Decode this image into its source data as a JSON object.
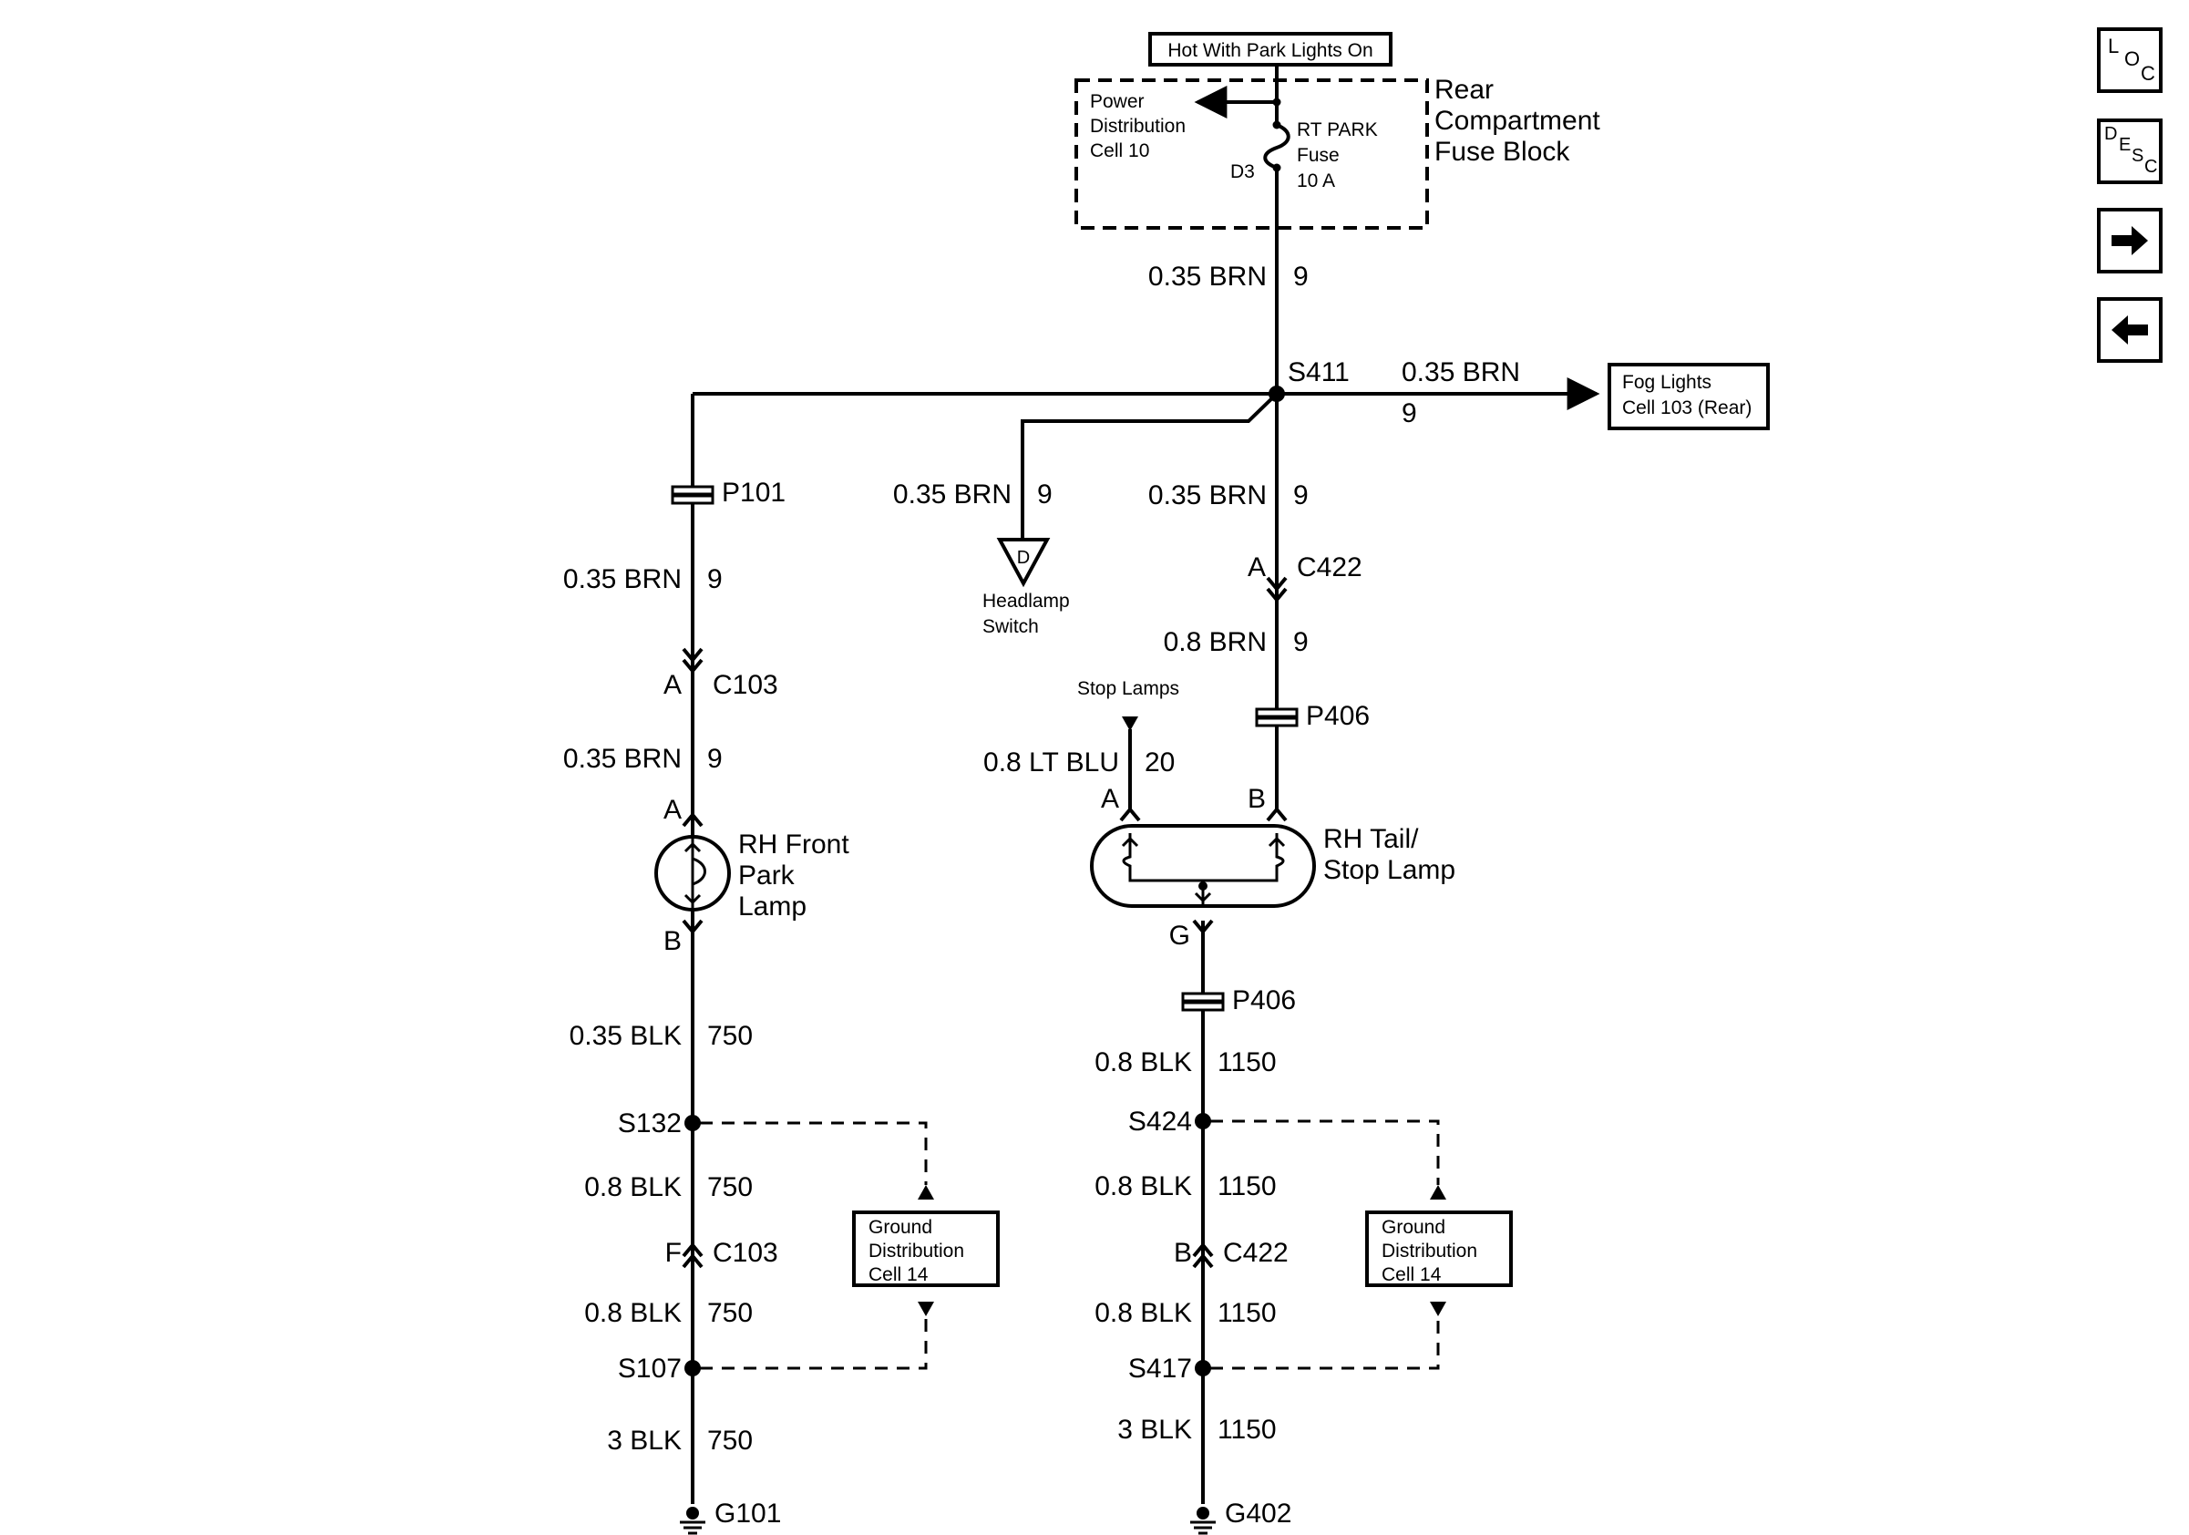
{
  "header": {
    "hot_with": "Hot With Park Lights On"
  },
  "fuse_block": {
    "title_lines": [
      "Rear",
      "Compartment",
      "Fuse Block"
    ],
    "power_lines": [
      "Power",
      "Distribution",
      "Cell 10"
    ],
    "fuse_lines": [
      "RT PARK",
      "Fuse",
      "10 A"
    ],
    "terminal": "D3"
  },
  "wires": {
    "w_top": {
      "gauge": "0.35 BRN",
      "circuit": "9"
    },
    "w_fog": {
      "gauge": "0.35 BRN",
      "circuit": "9"
    },
    "w_left_upper": {
      "gauge": "0.35 BRN",
      "circuit": "9"
    },
    "w_left_mid": {
      "gauge": "0.35 BRN",
      "circuit": "9"
    },
    "w_headlamp": {
      "gauge": "0.35 BRN",
      "circuit": "9"
    },
    "w_right_upper": {
      "gauge": "0.35 BRN",
      "circuit": "9"
    },
    "w_right_mid": {
      "gauge": "0.8 BRN",
      "circuit": "9"
    },
    "w_stop": {
      "gauge": "0.8 LT BLU",
      "circuit": "20"
    },
    "w_l1": {
      "gauge": "0.35 BLK",
      "circuit": "750"
    },
    "w_l2": {
      "gauge": "0.8 BLK",
      "circuit": "750"
    },
    "w_l3": {
      "gauge": "0.8 BLK",
      "circuit": "750"
    },
    "w_l4": {
      "gauge": "3 BLK",
      "circuit": "750"
    },
    "w_r1": {
      "gauge": "0.8 BLK",
      "circuit": "1150"
    },
    "w_r2": {
      "gauge": "0.8 BLK",
      "circuit": "1150"
    },
    "w_r3": {
      "gauge": "0.8 BLK",
      "circuit": "1150"
    },
    "w_r4": {
      "gauge": "3 BLK",
      "circuit": "1150"
    }
  },
  "splices": {
    "s411": "S411",
    "s132": "S132",
    "s107": "S107",
    "s424": "S424",
    "s417": "S417"
  },
  "connectors": {
    "p101": "P101",
    "p406_top": "P406",
    "p406_bottom": "P406",
    "c103_top": {
      "name": "C103",
      "pin": "A"
    },
    "c103_bottom": {
      "name": "C103",
      "pin": "F"
    },
    "c422_top": {
      "name": "C422",
      "pin": "A"
    },
    "c422_bottom": {
      "name": "C422",
      "pin": "B"
    }
  },
  "components": {
    "front_lamp": {
      "lines": [
        "RH Front",
        "Park",
        "Lamp"
      ],
      "pin_a": "A",
      "pin_b": "B"
    },
    "tail_lamp": {
      "lines": [
        "RH Tail/",
        "Stop Lamp"
      ],
      "pin_a": "A",
      "pin_b": "B",
      "pin_g": "G"
    },
    "headlamp_switch": {
      "lines": [
        "Headlamp",
        "Switch"
      ],
      "pin": "D"
    },
    "stop_lamps": "Stop Lamps",
    "fog_lights": {
      "lines": [
        "Fog Lights",
        "Cell 103 (Rear)"
      ]
    },
    "ground_left": {
      "lines": [
        "Ground",
        "Distribution",
        "Cell 14"
      ]
    },
    "ground_right": {
      "lines": [
        "Ground",
        "Distribution",
        "Cell 14"
      ]
    }
  },
  "grounds": {
    "g101": "G101",
    "g402": "G402"
  },
  "nav": {
    "loc": [
      "L",
      "O",
      "C"
    ],
    "desc": [
      "D",
      "E",
      "S",
      "C"
    ],
    "forward_icon": "arrow-right-icon",
    "back_icon": "arrow-left-icon"
  }
}
